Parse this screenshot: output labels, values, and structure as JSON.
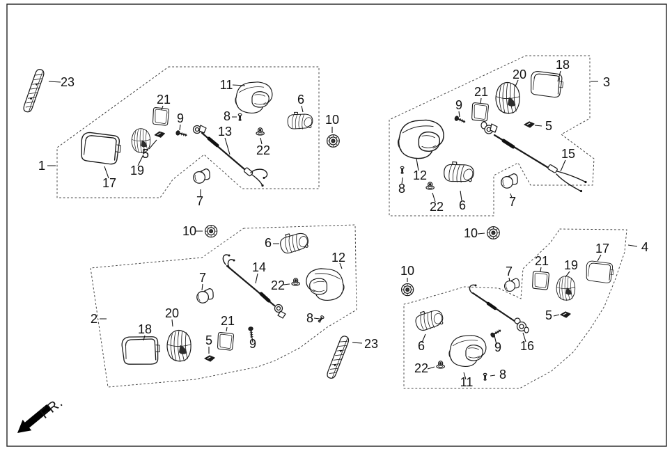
{
  "page": {
    "front_marker_label": "FR."
  },
  "groups": {
    "g1": {
      "label": "1",
      "callouts": {
        "n5": "5",
        "n6": "6",
        "n7": "7",
        "n8": "8",
        "n9": "9",
        "n10": "10",
        "n11": "11",
        "n13": "13",
        "n17": "17",
        "n19": "19",
        "n21": "21",
        "n22": "22",
        "n23": "23"
      }
    },
    "g2": {
      "label": "2",
      "callouts": {
        "n5": "5",
        "n6": "6",
        "n7": "7",
        "n8": "8",
        "n9": "9",
        "n10": "10",
        "n12": "12",
        "n14": "14",
        "n18": "18",
        "n20": "20",
        "n21": "21",
        "n22": "22",
        "n23": "23"
      }
    },
    "g3": {
      "label": "3",
      "callouts": {
        "n5": "5",
        "n6": "6",
        "n7": "7",
        "n8": "8",
        "n9": "9",
        "n10": "10",
        "n12": "12",
        "n15": "15",
        "n18": "18",
        "n20": "20",
        "n21": "21",
        "n22": "22"
      }
    },
    "g4": {
      "label": "4",
      "callouts": {
        "n5": "5",
        "n6": "6",
        "n7": "7",
        "n8": "8",
        "n9": "9",
        "n10": "10",
        "n11": "11",
        "n16": "16",
        "n17": "17",
        "n19": "19",
        "n21": "21",
        "n22": "22"
      }
    }
  }
}
